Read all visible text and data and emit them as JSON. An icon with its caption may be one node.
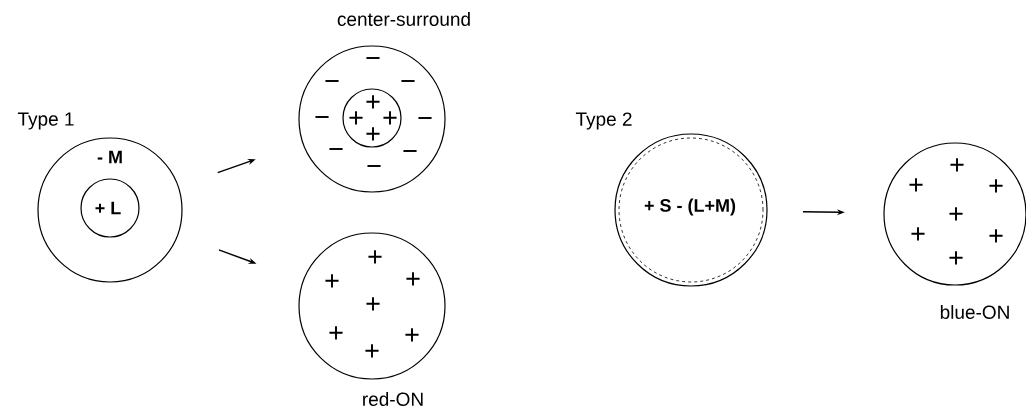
{
  "diagram": {
    "nodes": [
      {
        "text": [
          "- M"
        ],
        "beside": [
          "Type 1"
        ]
      },
      {
        "text": [
          "+ L"
        ],
        "in": 0
      },
      {
        "text": [
          "−",
          "−",
          "−",
          "−",
          "−",
          "−",
          "−",
          "−"
        ],
        "beside": [
          "center-surround"
        ]
      },
      {
        "text": [
          "+",
          "+",
          "+",
          "+"
        ],
        "in": 2
      },
      {
        "text": [
          "+",
          "+",
          "+",
          "+",
          "+",
          "+",
          "+"
        ],
        "beside": [
          "red-ON"
        ]
      },
      {
        "text": [
          "+ S - (L+M)"
        ],
        "beside": [
          "Type 2"
        ]
      },
      {
        "text": [
          "+",
          "+",
          "+",
          "+",
          "+",
          "+",
          "+"
        ],
        "beside": [
          "blue-ON"
        ]
      }
    ],
    "edges": [
      {
        "from": 0,
        "to": 2,
        "arrow": "to"
      },
      {
        "from": 0,
        "to": 4,
        "arrow": "to"
      },
      {
        "from": 5,
        "to": 6,
        "arrow": "to"
      }
    ]
  }
}
